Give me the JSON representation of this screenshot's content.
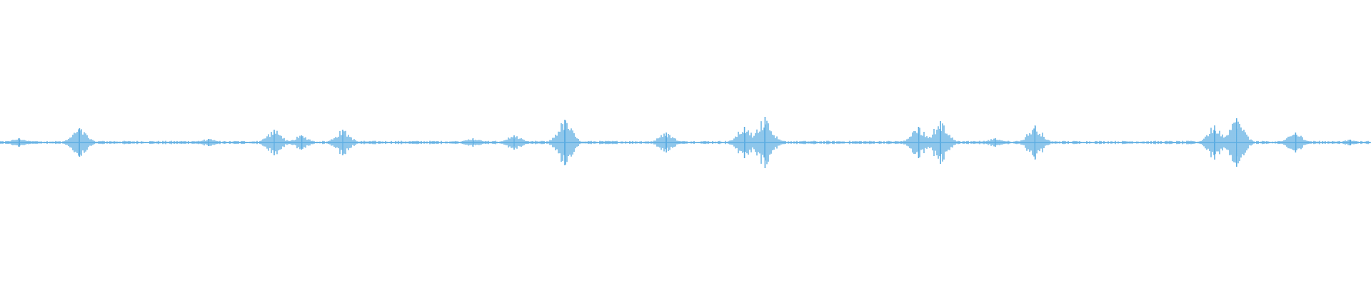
{
  "waveform": {
    "color": "#5dade2",
    "baseline_amplitude": 0.012,
    "bursts": [
      {
        "t": 0.014,
        "amp": 0.03
      },
      {
        "t": 0.058,
        "amp": 0.1
      },
      {
        "t": 0.152,
        "amp": 0.025
      },
      {
        "t": 0.2,
        "amp": 0.09
      },
      {
        "t": 0.22,
        "amp": 0.05
      },
      {
        "t": 0.25,
        "amp": 0.09
      },
      {
        "t": 0.345,
        "amp": 0.03
      },
      {
        "t": 0.375,
        "amp": 0.05
      },
      {
        "t": 0.412,
        "amp": 0.16
      },
      {
        "t": 0.486,
        "amp": 0.07
      },
      {
        "t": 0.543,
        "amp": 0.11
      },
      {
        "t": 0.558,
        "amp": 0.18
      },
      {
        "t": 0.67,
        "amp": 0.11
      },
      {
        "t": 0.686,
        "amp": 0.15
      },
      {
        "t": 0.726,
        "amp": 0.03
      },
      {
        "t": 0.755,
        "amp": 0.12
      },
      {
        "t": 0.886,
        "amp": 0.12
      },
      {
        "t": 0.902,
        "amp": 0.17
      },
      {
        "t": 0.945,
        "amp": 0.07
      },
      {
        "t": 0.985,
        "amp": 0.02
      }
    ]
  }
}
